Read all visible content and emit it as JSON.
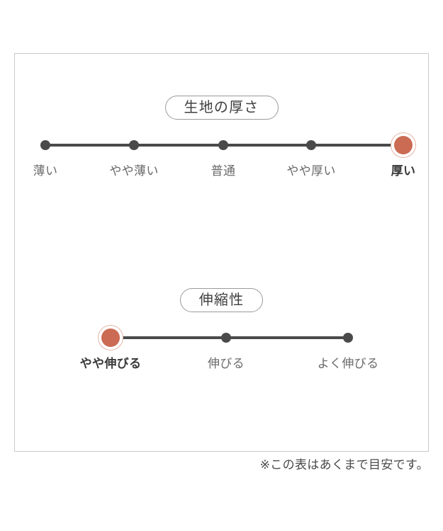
{
  "chart_data": {
    "type": "scale",
    "title": "",
    "scales": [
      {
        "id": "thickness",
        "title": "生地の厚さ",
        "categories": [
          "薄い",
          "やや薄い",
          "普通",
          "やや厚い",
          "厚い"
        ],
        "selected_index": 4,
        "selected_value": "厚い",
        "dot_x": [
          63,
          188,
          314,
          438,
          568
        ],
        "track_start": 63,
        "track_end": 568
      },
      {
        "id": "stretch",
        "title": "伸縮性",
        "categories": [
          "やや伸びる",
          "伸びる",
          "よく伸びる"
        ],
        "selected_index": 0,
        "selected_value": "やや伸びる",
        "dot_x": [
          155,
          318,
          490
        ],
        "track_start": 155,
        "track_end": 490
      }
    ],
    "note": "※この表はあくまで目安です。",
    "colors": {
      "selected_dot": "#cb6b53",
      "selected_ring": "#e2b4a6",
      "dot": "#4a4a4a",
      "track": "#4a4a4a",
      "frame_border": "#c9c9c9",
      "pill_border": "#9a9a9a",
      "label": "#6a6a6a",
      "label_selected": "#3a3a3a",
      "background": "#ffffff"
    }
  },
  "frame": {
    "thickness": {
      "title": "生地の厚さ",
      "labels": [
        "薄い",
        "やや薄い",
        "普通",
        "やや厚い",
        "厚い"
      ]
    },
    "stretch": {
      "title": "伸縮性",
      "labels": [
        "やや伸びる",
        "伸びる",
        "よく伸びる"
      ]
    }
  },
  "footer": {
    "note": "※この表はあくまで目安です。"
  }
}
